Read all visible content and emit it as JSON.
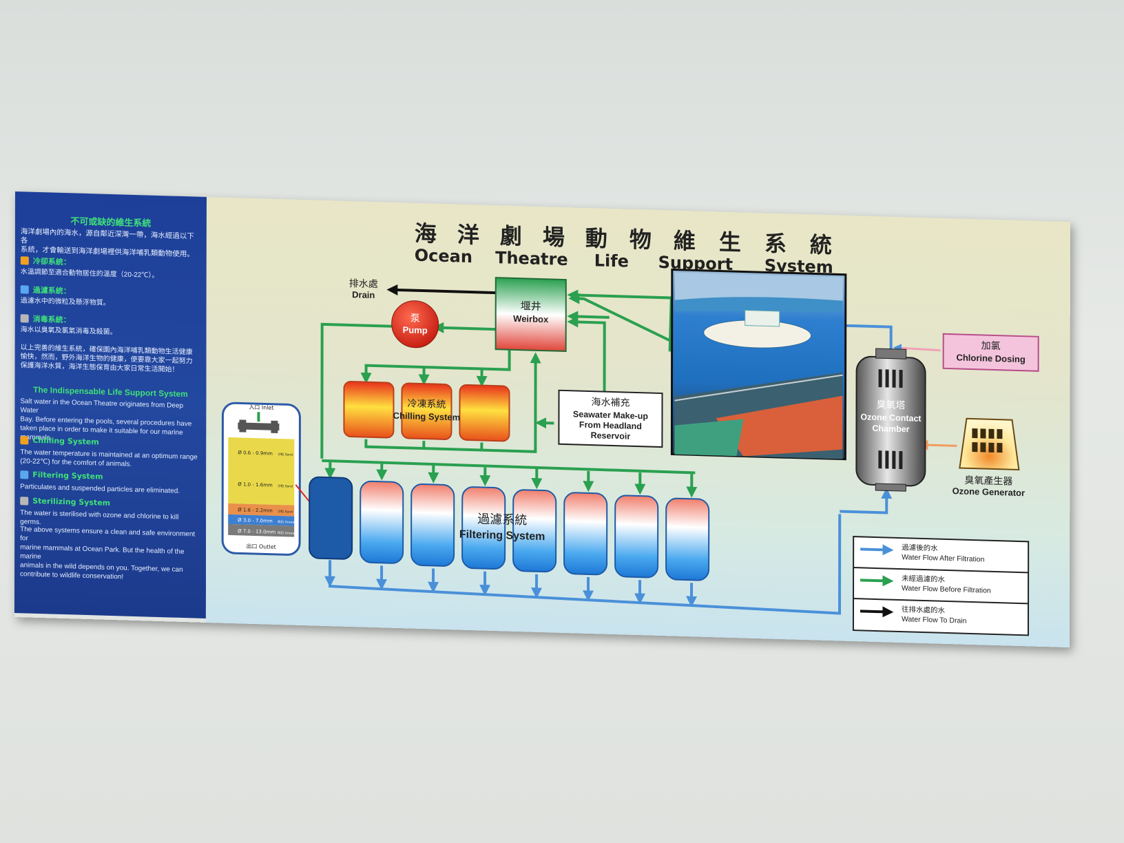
{
  "title": {
    "zh": [
      "海",
      "洋",
      "劇",
      "場",
      "動",
      "物",
      "維",
      "生",
      "系",
      "統"
    ],
    "en": [
      "Ocean",
      "Theatre",
      "Life",
      "Support",
      "System"
    ]
  },
  "panel": {
    "heading_zh": "不可或缺的維生系統",
    "intro_zh": [
      "海洋劇場內的海水，源自鄰近深灣一帶，海水經過以下各",
      "系統，才會輸送到海洋劇場裡供海洋哺乳類動物使用。"
    ],
    "items_zh": [
      {
        "name": "冷卻系統：",
        "text": "水溫調節至適合動物居住的溫度（20-22℃）。",
        "color": "#f0a020"
      },
      {
        "name": "過濾系統：",
        "text": "過濾水中的微粒及懸浮物質。",
        "color": "#5aa8ef"
      },
      {
        "name": "消毒系統：",
        "text": "海水以臭氧及氯氣消毒及殺菌。",
        "color": "#b7b7b7"
      }
    ],
    "outro_zh": [
      "以上完善的維生系統，確保園內海洋哺乳類動物生活健康",
      "愉快，然而，野外海洋生物的健康，便要靠大家一起努力",
      "保護海洋水質，海洋生態保育由大家日常生活開始！"
    ],
    "heading_en": "The Indispensable Life Support System",
    "intro_en": [
      "Salt water in the Ocean Theatre originates from Deep Water",
      "Bay. Before entering the pools, several procedures have",
      "taken place in order to make it suitable for our marine",
      "mammals."
    ],
    "items_en": [
      {
        "name": "Chilling System",
        "text": [
          "The water temperature is maintained at an optimum range",
          "(20-22℃) for the comfort of animals."
        ],
        "color": "#f0a020"
      },
      {
        "name": "Filtering System",
        "text": [
          "Particulates and suspended particles are eliminated."
        ],
        "color": "#5aa8ef"
      },
      {
        "name": "Sterilizing System",
        "text": [
          "The water is sterilised with ozone and chlorine to kill germs."
        ],
        "color": "#b7b7b7"
      }
    ],
    "outro_en": [
      "The above systems ensure a clean and safe environment for",
      "marine mammals at Ocean Park. But the health of the marine",
      "animals in the wild depends on you. Together, we can",
      "contribute to wildlife conservation!"
    ]
  },
  "labels": {
    "drain_zh": "排水處",
    "drain_en": "Drain",
    "weirbox_zh": "堰井",
    "weirbox_en": "Weirbox",
    "pump_zh": "泵",
    "pump_en": "Pump",
    "chilling_zh": "冷凍系統",
    "chilling_en": "Chilling System",
    "makeup_zh": "海水補充",
    "makeup_en": [
      "Seawater Make-up",
      "From Headland",
      "Reservoir"
    ],
    "filter_zh": "過濾系統",
    "filter_en": "Filtering System",
    "ozone_chamber_zh": "臭氧塔",
    "ozone_chamber_en": [
      "Ozone Contact",
      "Chamber"
    ],
    "ozone_gen_zh": "臭氧產生器",
    "ozone_gen_en": "Ozone Generator",
    "chlorine_zh": "加氯",
    "chlorine_en": "Chlorine Dosing",
    "inlet": "入口 Inlet",
    "outlet": "出口 Outlet",
    "layers": [
      "Ø 0.6 - 0.9mm",
      "Ø 1.0 - 1.6mm",
      "Ø 1.6 - 2.2mm",
      "Ø 3.0 - 7.0mm",
      "Ø 7.0 - 13.0mm"
    ],
    "layer_tags": [
      "沙粒 Sand",
      "沙粒 Sand",
      "沙粒 Sand",
      "碎石 Gravel",
      "碎石 Gravel"
    ]
  },
  "legend": [
    {
      "zh": "過濾後的水",
      "en": "Water Flow After Filtration",
      "color": "#4a90d9"
    },
    {
      "zh": "未經過濾的水",
      "en": "Water Flow Before Filtration",
      "color": "#2aa050"
    },
    {
      "zh": "往排水處的水",
      "en": "Water Flow To Drain",
      "color": "#111111"
    }
  ],
  "colors": {
    "green_flow": "#2aa050",
    "blue_flow": "#4a90d9",
    "drain_flow": "#111111",
    "pump": "#d8261c",
    "chlorine_box": "#f4c4dc",
    "panel_blue": "#1f4299",
    "panel_heading": "#3fe07a"
  }
}
